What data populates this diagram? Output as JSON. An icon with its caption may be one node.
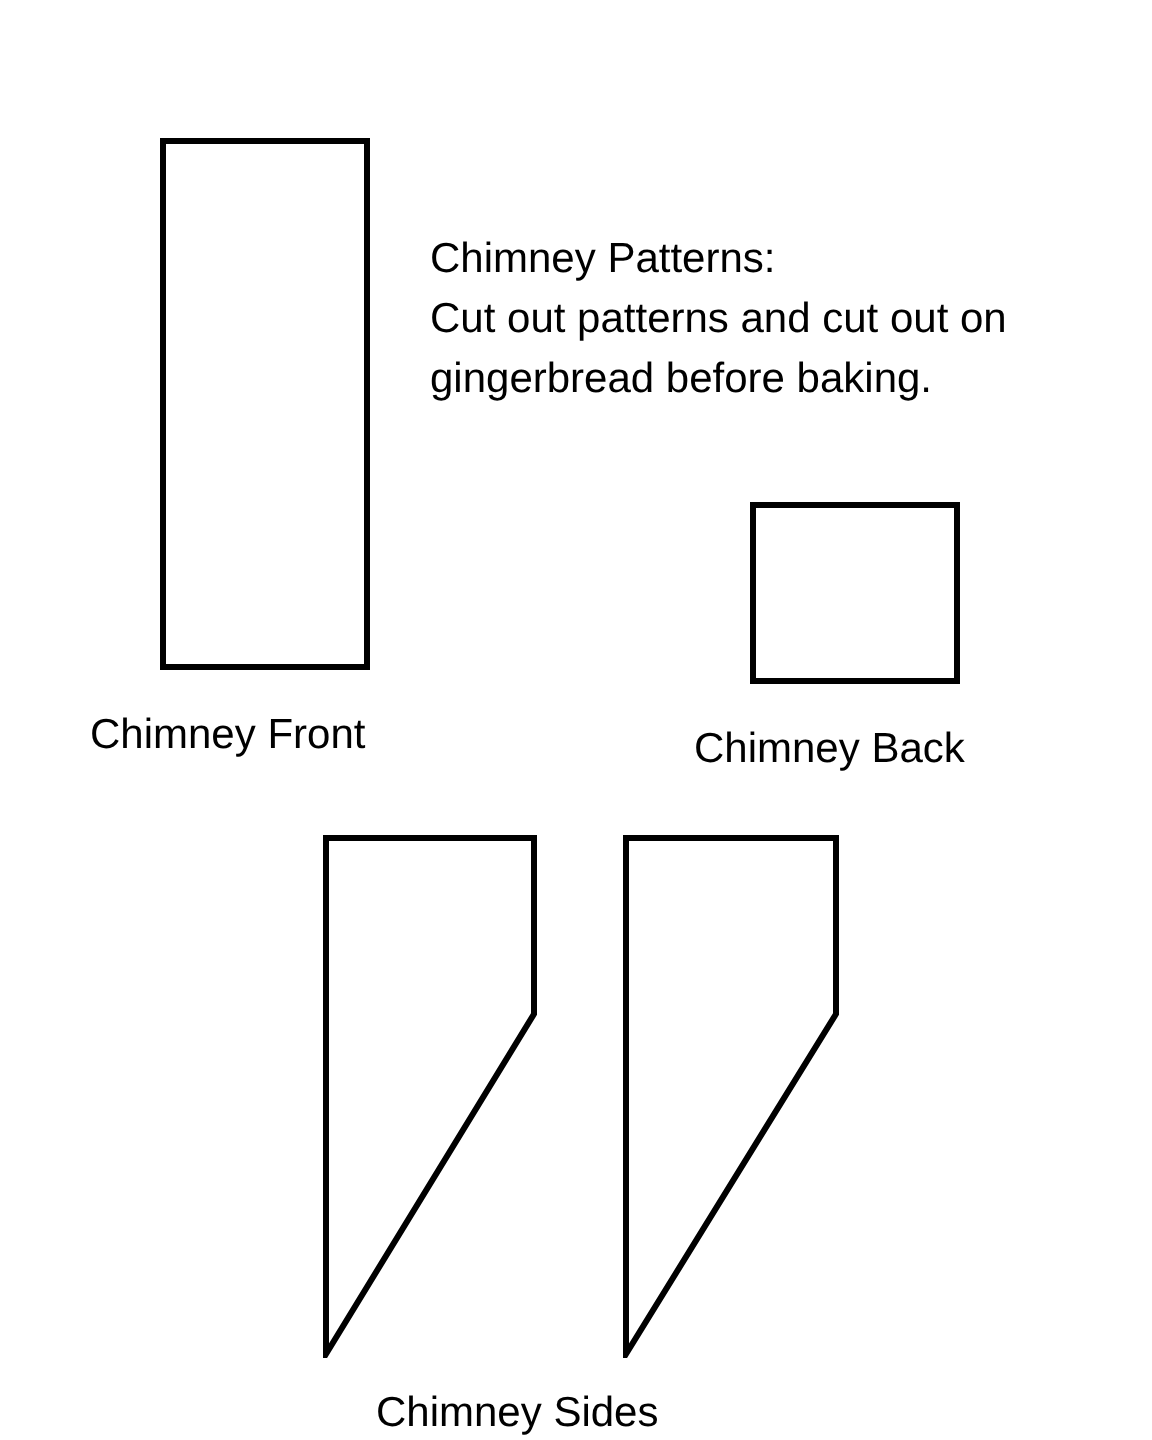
{
  "diagram": {
    "title": "Chimney Patterns:",
    "nodes": [
      {
        "text": [
          "Chimney Front"
        ]
      },
      {
        "text": [
          "Chimney Back"
        ]
      },
      {
        "text": [],
        "shape": "polygon"
      },
      {
        "text": [],
        "shape": "polygon"
      }
    ],
    "labels": [
      "Cut out patterns and cut out on gingerbread before baking.",
      "Chimney Sides"
    ]
  }
}
